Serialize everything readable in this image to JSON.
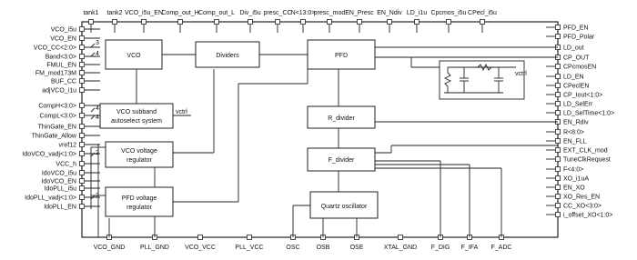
{
  "top_pins": [
    "tank1",
    "tank2",
    "VCO_i5u_EN",
    "Comp_out_H",
    "Comp_out_L",
    "Div_i5u",
    "presc_CC",
    "N<13:0>",
    "presc_mod",
    "EN_Presc",
    "EN_Ndiv",
    "LD_i1u",
    "Cpcmos_i5u",
    "CPecl_i5u"
  ],
  "left_pins": [
    "VCO_i5u",
    "VCO_EN",
    "VCO_CC<2:0>",
    "Band<3:0>",
    "FMUL_EN",
    "FM_mod173M",
    "BUF_CC",
    "adjVCO_i1u",
    "CompH<3:0>",
    "CompL<3:0>",
    "ThinGate_EN",
    "ThinGate_Allow",
    "vref12",
    "IdoVCO_vadj<1:0>",
    "VCC_h",
    "IdoVCO_i5u",
    "IdoVCO_EN",
    "IdoPLL_i5u",
    "IdoPLL_vadj<1:0>",
    "IdoPLL_EN"
  ],
  "right_pins": [
    "PFD_EN",
    "PFD_Polar",
    "LD_out",
    "CP_OUT",
    "CPcmosEN",
    "LD_EN",
    "CPeclEN",
    "CP_Iout<1:0>",
    "LD_SelErr",
    "LD_SelTime<1:0>",
    "EN_Rdiv",
    "R<8:0>",
    "EN_FLL",
    "EXT_CLK_mod",
    "TuneClkRequest",
    "F<4:0>",
    "XO_i1uA",
    "EN_XO",
    "XO_Res_EN",
    "CC_XO<3:0>",
    "i_offset_XO<1:0>"
  ],
  "bottom_pins": [
    "VCO_GND",
    "PLL_GND",
    "VCO_VCC",
    "PLL_VCC",
    "OSC",
    "OSB",
    "OSE",
    "XTAL_GND",
    "F_DIG",
    "F_IFA",
    "F_ADC"
  ],
  "blocks": {
    "vco": "VCO",
    "dividers": "Dividers",
    "pfd": "PFD",
    "vco_subband": [
      "VCO subband",
      "autoselect system"
    ],
    "vco_regulator": [
      "VCO voltage",
      "regulator"
    ],
    "pfd_regulator": [
      "PFD voltage",
      "regulator"
    ],
    "r_divider": "R_divider",
    "f_divider": "F_divider",
    "quartz": "Quartz oscillator"
  },
  "labels": {
    "vctrl_subband": "vctrl",
    "vctrl_filter": "vctrl",
    "bus_width_3": "3",
    "bus_width_4a": "4",
    "bus_width_4b": "4",
    "bus_width_4c": "4",
    "bus_width_2a": "2",
    "bus_width_2b": "2"
  }
}
